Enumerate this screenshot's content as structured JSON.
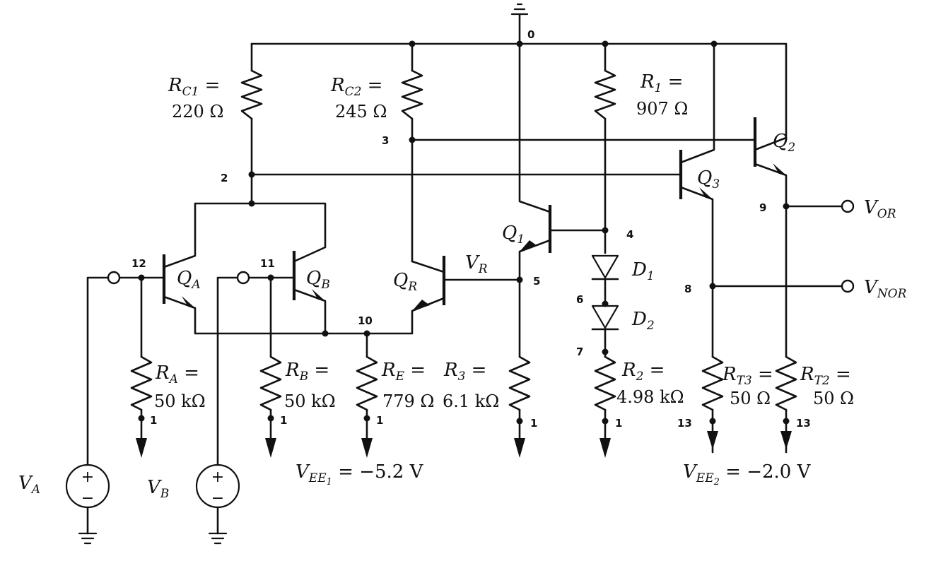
{
  "nodes": {
    "n0": "0",
    "n1": "1",
    "n2": "2",
    "n3": "3",
    "n4": "4",
    "n5": "5",
    "n6": "6",
    "n7": "7",
    "n8": "8",
    "n9": "9",
    "n10": "10",
    "n11": "11",
    "n12": "12",
    "n13": "13"
  },
  "transistors": {
    "qa": {
      "name": "Q",
      "sub": "A"
    },
    "qb": {
      "name": "Q",
      "sub": "B"
    },
    "qr": {
      "name": "Q",
      "sub": "R"
    },
    "q1": {
      "name": "Q",
      "sub": "1"
    },
    "q2": {
      "name": "Q",
      "sub": "2"
    },
    "q3": {
      "name": "Q",
      "sub": "3"
    }
  },
  "diodes": {
    "d1": {
      "name": "D",
      "sub": "1"
    },
    "d2": {
      "name": "D",
      "sub": "2"
    }
  },
  "resistors": {
    "rc1": {
      "name": "R",
      "sub": "C1",
      "value": "220 Ω"
    },
    "rc2": {
      "name": "R",
      "sub": "C2",
      "value": "245 Ω"
    },
    "r1": {
      "name": "R",
      "sub": "1",
      "value": "907 Ω"
    },
    "ra": {
      "name": "R",
      "sub": "A",
      "value": "50 kΩ"
    },
    "rb": {
      "name": "R",
      "sub": "B",
      "value": "50 kΩ"
    },
    "re": {
      "name": "R",
      "sub": "E",
      "value": "779 Ω"
    },
    "r3": {
      "name": "R",
      "sub": "3",
      "value": "6.1 kΩ"
    },
    "r2": {
      "name": "R",
      "sub": "2",
      "value": "4.98 kΩ"
    },
    "rt3": {
      "name": "R",
      "sub": "T3",
      "value": "50 Ω"
    },
    "rt2": {
      "name": "R",
      "sub": "T2",
      "value": "50 Ω"
    }
  },
  "signals": {
    "vr": {
      "name": "V",
      "sub": "R"
    },
    "vor": {
      "name": "V",
      "sub": "OR"
    },
    "vnor": {
      "name": "V",
      "sub": "NOR"
    },
    "va": {
      "name": "V",
      "sub": "A"
    },
    "vb": {
      "name": "V",
      "sub": "B"
    }
  },
  "supplies": {
    "vee1": {
      "name": "V",
      "sub": "EE",
      "subsub": "1",
      "value": "−5.2 V"
    },
    "vee2": {
      "name": "V",
      "sub": "EE",
      "subsub": "2",
      "value": "−2.0 V"
    }
  },
  "symbols": {
    "equals": "=",
    "plus": "+",
    "minus": "−"
  },
  "icons": {
    "ground": "ground-icon",
    "supply_arrow": "down-arrow-icon",
    "terminal": "open-terminal-icon"
  }
}
